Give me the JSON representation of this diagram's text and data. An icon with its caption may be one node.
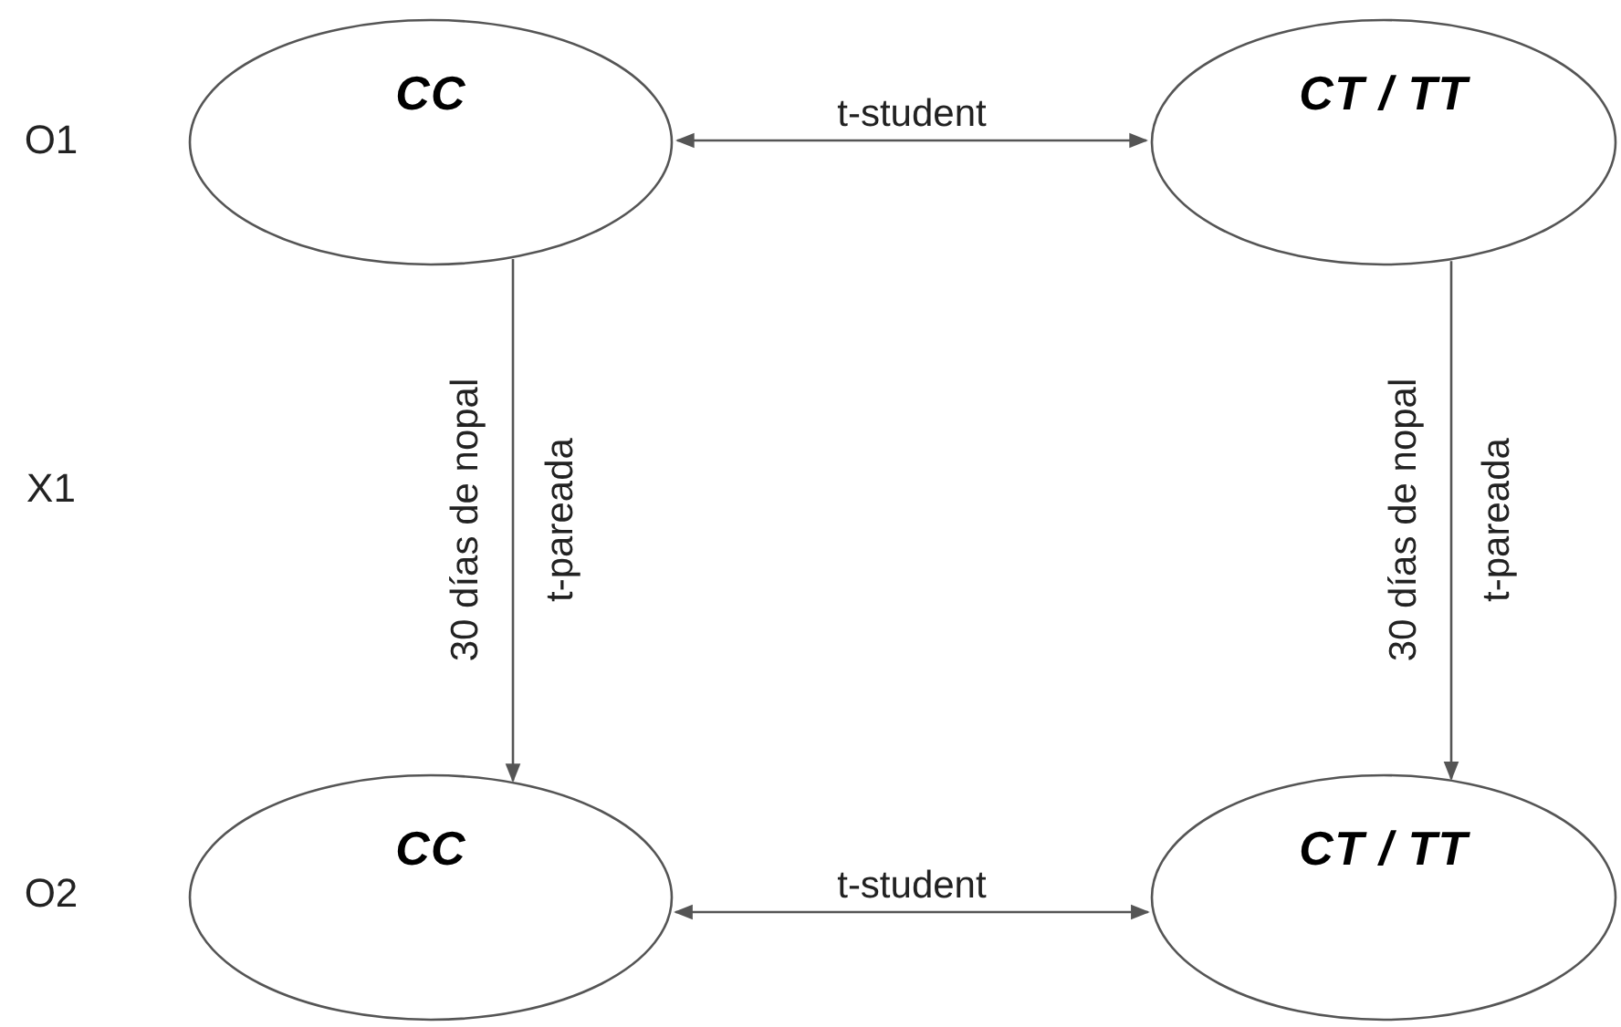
{
  "diagram": {
    "nodes": [
      {
        "text": [
          "CC"
        ]
      },
      {
        "text": [
          "CT / TT"
        ]
      },
      {
        "text": [
          "CC"
        ]
      },
      {
        "text": [
          "CT / TT"
        ]
      }
    ],
    "edges": [
      {
        "from": 0,
        "to": 1,
        "arrow": "both",
        "label": "t-student"
      },
      {
        "from": 0,
        "to": 2,
        "arrow": "to",
        "label": "30 días de nopal"
      },
      {
        "from": 1,
        "to": 3,
        "arrow": "to",
        "label": "30 días de nopal"
      },
      {
        "from": 2,
        "to": 3,
        "arrow": "both",
        "label": "t-student"
      }
    ],
    "labels": [
      "O1",
      "X1",
      "t-pareada",
      "t-pareada",
      "O2"
    ]
  }
}
